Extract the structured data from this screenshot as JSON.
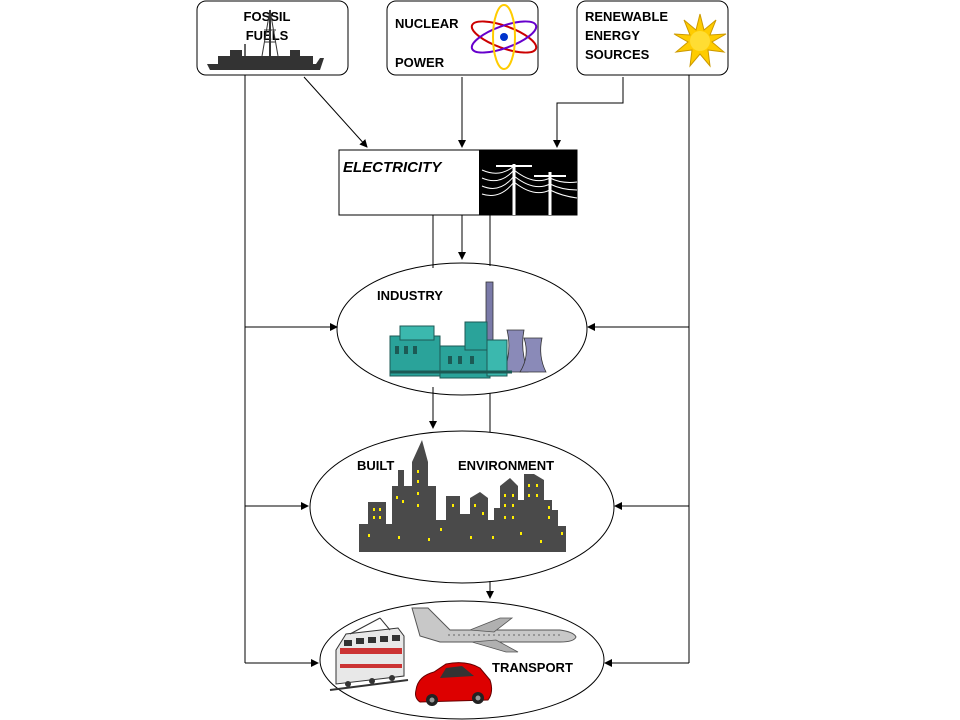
{
  "sources": {
    "fossil": {
      "line1": "FOSSIL",
      "line2": "FUELS"
    },
    "nuclear": {
      "line1": "NUCLEAR",
      "line2": "POWER"
    },
    "renewable": {
      "line1": "RENEWABLE",
      "line2": "ENERGY",
      "line3": "SOURCES"
    }
  },
  "electricity": {
    "label": "ELECTRICITY"
  },
  "sectors": {
    "industry": {
      "label": "INDUSTRY"
    },
    "built": {
      "label_left": "BUILT",
      "label_right": "ENVIRONMENT"
    },
    "transport": {
      "label": "TRANSPORT"
    }
  },
  "icons": {
    "fossil": "oil-rig-ship-icon",
    "nuclear": "atom-icon",
    "renewable": "sun-icon",
    "electricity": "power-lines-icon",
    "industry": "factory-icon",
    "built": "city-skyline-icon",
    "transport_train": "train-icon",
    "transport_plane": "airplane-icon",
    "transport_car": "car-icon"
  },
  "colors": {
    "line": "#000000",
    "sun": "#ffcc00",
    "atom_orbit_red": "#cc0000",
    "atom_orbit_purple": "#6600cc",
    "atom_orbit_yellow": "#ffcc00",
    "atom_nucleus": "#0033cc",
    "city": "#4a4a4a",
    "window": "#ffee00",
    "factory": "#2aa39a",
    "car": "#dd0000"
  }
}
